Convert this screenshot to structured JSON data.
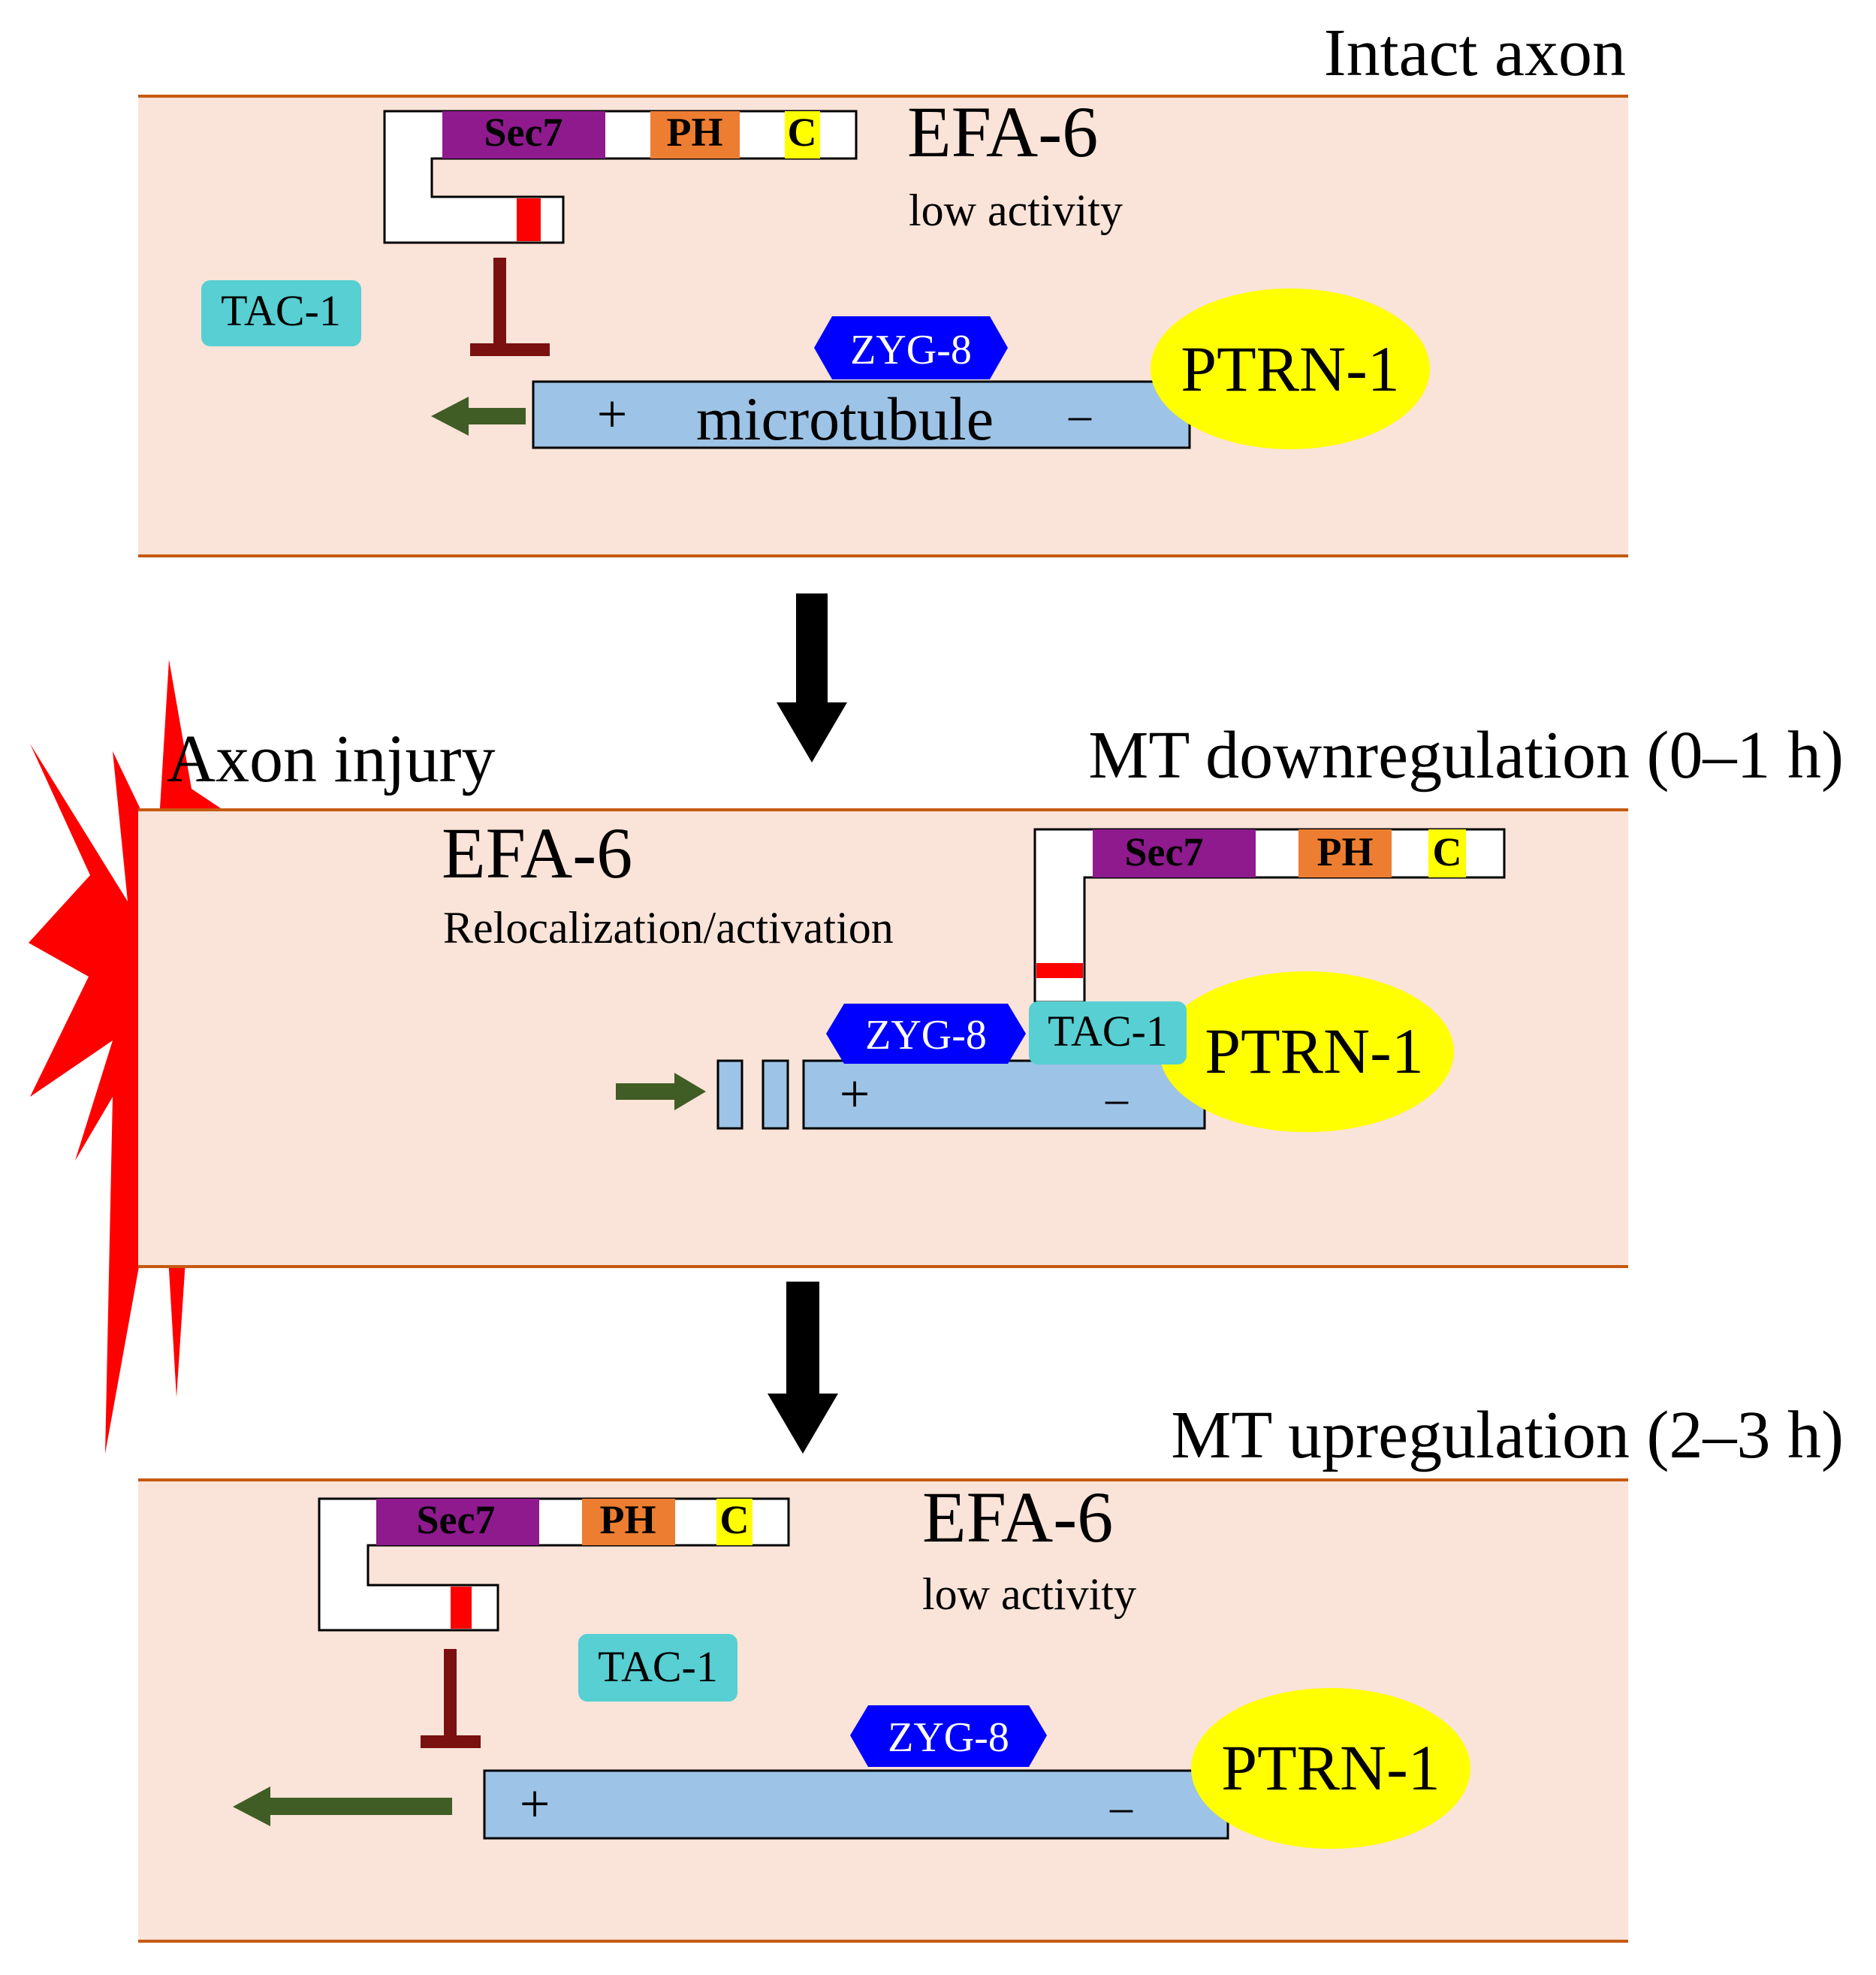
{
  "colors": {
    "panel_fill": "#fae3d8",
    "panel_border": "#c55a11",
    "microtubule": "#9dc3e6",
    "ptrn1": "#ffff00",
    "zyg8": "#0000ff",
    "tac1": "#57cfd3",
    "sec7": "#8e1a8e",
    "ph": "#ed7d31",
    "c_domain": "#ffff00",
    "inhibit": "#7b1010",
    "growth_arrow": "#3f5d25",
    "injury_star": "#ff0000",
    "red_mark": "#ff0000"
  },
  "panels": {
    "intact": {
      "header": "Intact axon",
      "efa6_label": "EFA-6",
      "efa6_state": "low activity",
      "tac1": "TAC-1",
      "zyg8": "ZYG-8",
      "ptrn1": "PTRN-1",
      "plus": "+",
      "minus": "–",
      "microtubule": "microtubule",
      "domains": {
        "sec7": "Sec7",
        "ph": "PH",
        "c": "C"
      }
    },
    "injury": {
      "injury_label": "Axon injury",
      "header": "MT downregulation (0–1 h)",
      "efa6_label": "EFA-6",
      "efa6_state": "Relocalization/activation",
      "tac1": "TAC-1",
      "zyg8": "ZYG-8",
      "ptrn1": "PTRN-1",
      "plus": "+",
      "minus": "–",
      "domains": {
        "sec7": "Sec7",
        "ph": "PH",
        "c": "C"
      }
    },
    "recovery": {
      "header": "MT upregulation (2–3 h)",
      "efa6_label": "EFA-6",
      "efa6_state": "low activity",
      "tac1": "TAC-1",
      "zyg8": "ZYG-8",
      "ptrn1": "PTRN-1",
      "plus": "+",
      "minus": "–",
      "domains": {
        "sec7": "Sec7",
        "ph": "PH",
        "c": "C"
      }
    }
  }
}
